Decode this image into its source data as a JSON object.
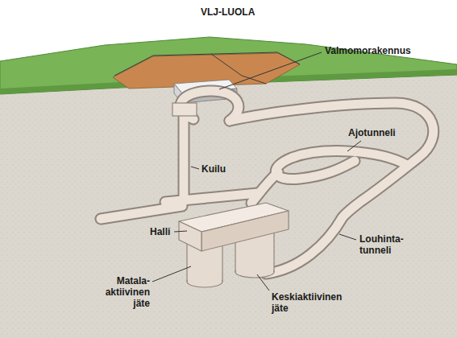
{
  "diagram": {
    "title": "VLJ-LUOLA",
    "labels": [
      "Valmomorakennus",
      "Ajotunneli",
      "Kuilu",
      "Halli",
      "Louhinta- tunneli",
      "Matala- aktiivinen jäte",
      "Keskiaktiivinen jäte"
    ]
  }
}
